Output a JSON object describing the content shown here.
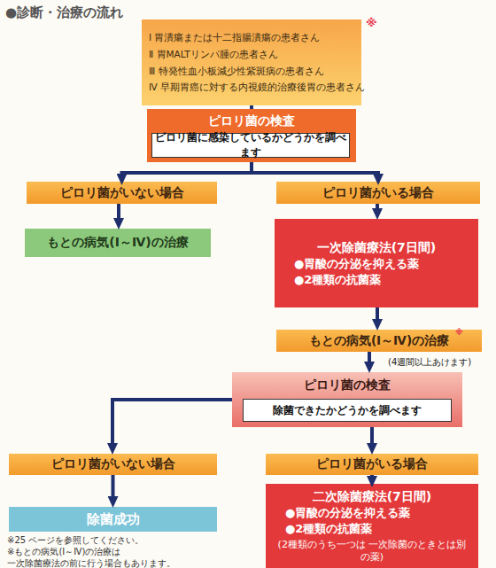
{
  "diagram": {
    "title": "●診断・治療の流れ",
    "nodes": [
      {
        "text": [
          "Ⅰ 胃潰瘍または十二指腸潰瘍の患者さん",
          "Ⅱ 胃MALTリンパ腫の患者さん",
          "Ⅲ 特発性血小板減少性紫斑病の患者さん",
          "Ⅳ 早期胃癌に対する内視鏡的治療後胃の患者さん"
        ]
      },
      {
        "text": [
          "ピロリ菌の検査"
        ]
      },
      {
        "text": [
          "ピロリ菌に感染しているかどうかを調べます"
        ],
        "in": 1
      },
      {
        "text": [
          "ピロリ菌がいない場合"
        ]
      },
      {
        "text": [
          "ピロリ菌がいる場合"
        ]
      },
      {
        "text": [
          "もとの病気(Ⅰ～Ⅳ)の治療"
        ]
      },
      {
        "text": [
          "一次除菌療法(7日間)",
          "●胃酸の分泌を抑える薬",
          "●2種類の抗菌薬"
        ]
      },
      {
        "text": [
          "もとの病気(Ⅰ～Ⅳ)の治療"
        ]
      },
      {
        "text": [
          "ピロリ菌の検査"
        ]
      },
      {
        "text": [
          "除菌できたかどうかを調べます"
        ],
        "in": 8
      },
      {
        "text": [
          "ピロリ菌がいない場合"
        ]
      },
      {
        "text": [
          "ピロリ菌がいる場合"
        ]
      },
      {
        "text": [
          "除菌成功"
        ]
      },
      {
        "text": [
          "二次除菌療法(7日間)",
          "●胃酸の分泌を抑える薬",
          "●2種類の抗菌薬",
          "(2種類のうち一つは 一次除菌のときとは別の薬)"
        ]
      }
    ],
    "edges": [
      {
        "from": 0,
        "to": 1,
        "arrow": "none"
      },
      {
        "from": 1,
        "to": 3,
        "arrow": "to"
      },
      {
        "from": 1,
        "to": 4,
        "arrow": "to"
      },
      {
        "from": 3,
        "to": 5,
        "arrow": "to"
      },
      {
        "from": 4,
        "to": 6,
        "arrow": "to"
      },
      {
        "from": 6,
        "to": 7,
        "arrow": "to"
      },
      {
        "from": 7,
        "to": 8,
        "arrow": "to"
      },
      {
        "from": 8,
        "to": 10,
        "arrow": "to"
      },
      {
        "from": 8,
        "to": 11,
        "arrow": "to"
      },
      {
        "from": 10,
        "to": 12,
        "arrow": "to"
      },
      {
        "from": 11,
        "to": 13,
        "arrow": "to"
      }
    ],
    "labels": [
      "※",
      "※",
      "(4週間以上あけます)",
      "※25 ページを参照してください。",
      "※もとの病気(Ⅰ～Ⅳ)の治療は 一次除菌療法の前に行う場合もあります。"
    ]
  }
}
